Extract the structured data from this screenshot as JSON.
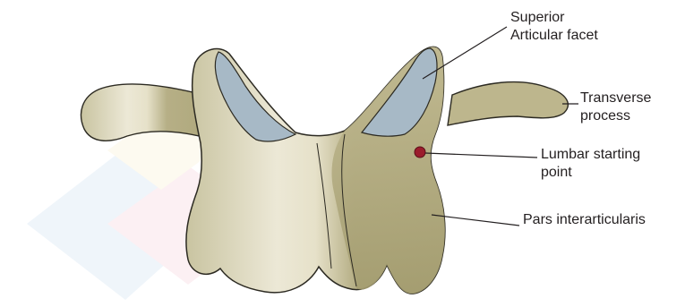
{
  "figure": {
    "subject": "lumbar vertebra, posterior view",
    "colors": {
      "bone": "#b9b38d",
      "bone_light": "#ece8d6",
      "bone_shadow": "#8f8a63",
      "cartilage": "#a7b9c6",
      "outline": "#2c2a22",
      "point_marker": "#9b1c2c",
      "leader_line": "#231f20"
    }
  },
  "labels": {
    "superior_articular_facet": {
      "line1": "Superior",
      "line2": "Articular facet"
    },
    "transverse_process": {
      "line1": "Transverse",
      "line2": "process"
    },
    "lumbar_starting_point": {
      "line1": "Lumbar starting",
      "line2": "point"
    },
    "pars_interarticularis": {
      "line1": "Pars interarticularis"
    }
  }
}
